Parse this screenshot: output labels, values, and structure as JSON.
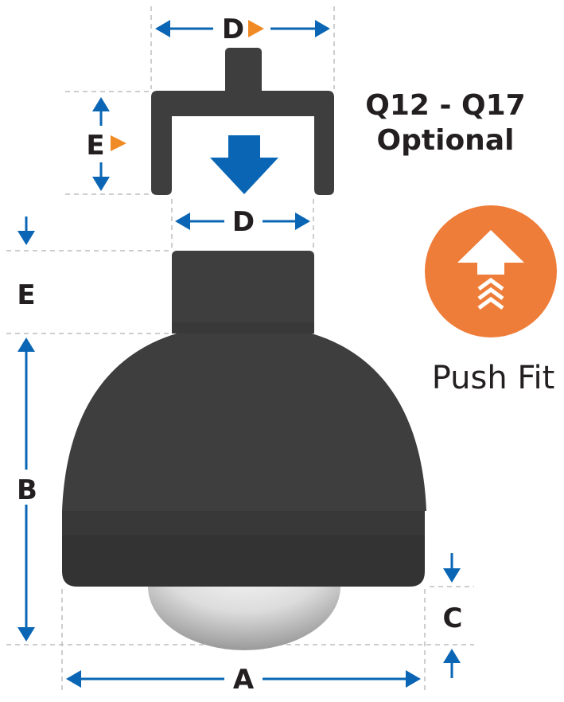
{
  "labels": {
    "d_top": "D",
    "e_top": "E",
    "d_mid": "D",
    "e_left": "E",
    "b_left": "B",
    "c_right": "C",
    "a_bottom": "A"
  },
  "optional_line1": "Q12 - Q17",
  "optional_line2": "Optional",
  "push_fit_label": "Push Fit",
  "icons": {
    "push_fit": "up-arrow-chevrons-icon",
    "insert": "down-arrow-icon",
    "pointer": "orange-triangle-marker-icon"
  },
  "colors": {
    "arrow_blue": "#0a66b4",
    "badge_orange": "#ef7d3a",
    "body_dark": "#3e3e3e",
    "band_dark": "#333333",
    "text_dark": "#231f20",
    "guide_gray": "#bdbdbd"
  }
}
